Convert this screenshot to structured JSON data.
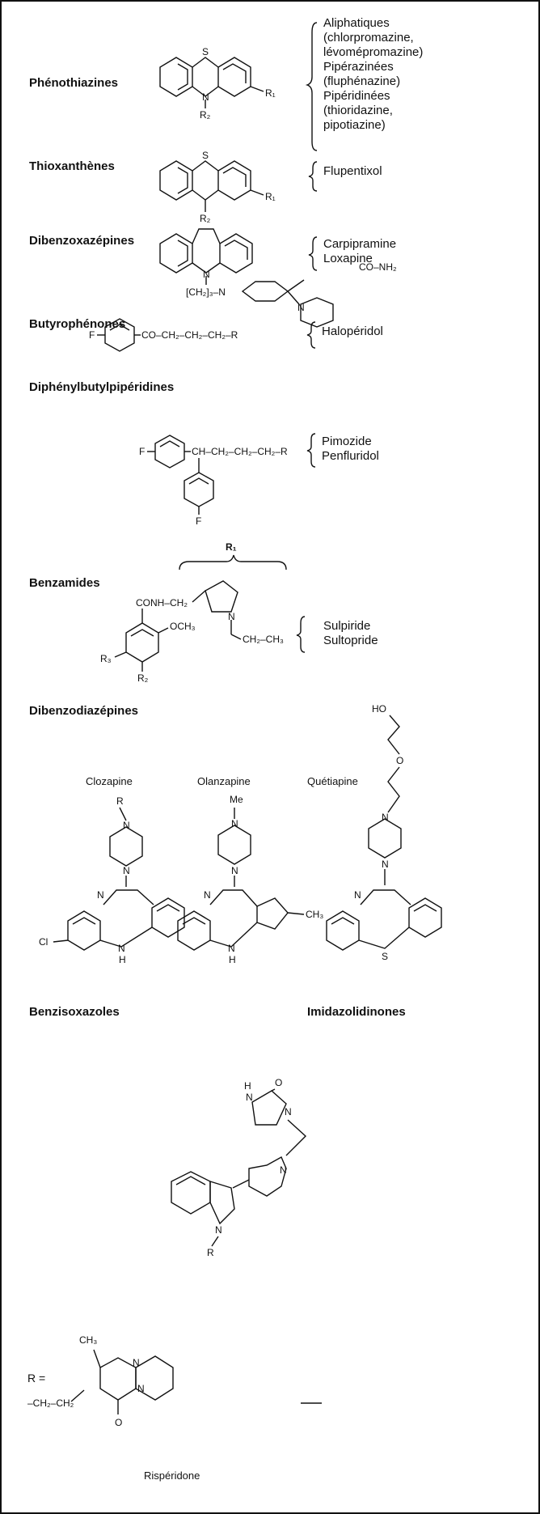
{
  "classes": {
    "phenothiazines": "Phénothiazines",
    "thioxanthenes": "Thioxanthènes",
    "dibenzoxazepines": "Dibenzoxazépines",
    "butyrophenones": "Butyrophénones",
    "diphenylbutylpiperidines": "Diphénylbutylpipéridines",
    "benzamides": "Benzamides",
    "dibenzodiazepines": "Dibenzodiazépines",
    "benzisoxazoles": "Benzisoxazoles",
    "imidazolidinones": "Imidazolidinones"
  },
  "drugs": {
    "phenothiazines": [
      "Aliphatiques",
      "(chlorpromazine,",
      "lévomépromazine)",
      "Pipérazinées",
      "(fluphénazine)",
      "Pipéridinées",
      "(thioridazine,",
      "pipotiazine)"
    ],
    "thioxanthenes": [
      "Flupentixol"
    ],
    "dibenzoxazepines": [
      "Carpipramine",
      "Loxapine"
    ],
    "butyrophenones": [
      "Halopéridol"
    ],
    "diphenylbutylpiperidines": [
      "Pimozide",
      "Penfluridol"
    ],
    "benzamides": [
      "Sulpiride",
      "Sultopride"
    ]
  },
  "molecules": {
    "clozapine": "Clozapine",
    "olanzapine": "Olanzapine",
    "quetiapine": "Quétiapine",
    "risperidone": "Rispéridone"
  },
  "atoms": {
    "S": "S",
    "N": "N",
    "R": "R",
    "R1": "R₁",
    "R2": "R₂",
    "R3": "R₃",
    "F": "F",
    "O": "O",
    "Cl": "Cl",
    "H": "H",
    "HO": "HO",
    "Me": "Me",
    "CH3": "CH₃",
    "R_eq": "R =",
    "conh2": "CO–NH₂",
    "ch2_3": "[CH₂]₃–N",
    "butyro_chain": "CO–CH₂–CH₂–CH₂–R",
    "diphenyl_chain": "CH–CH₂–CH₂–CH₂–R",
    "conh_ch2": "CONH–CH₂",
    "och3": "OCH₃",
    "ch2ch3": "CH₂–CH₃",
    "ch2ch2": "–CH₂–CH₂"
  }
}
